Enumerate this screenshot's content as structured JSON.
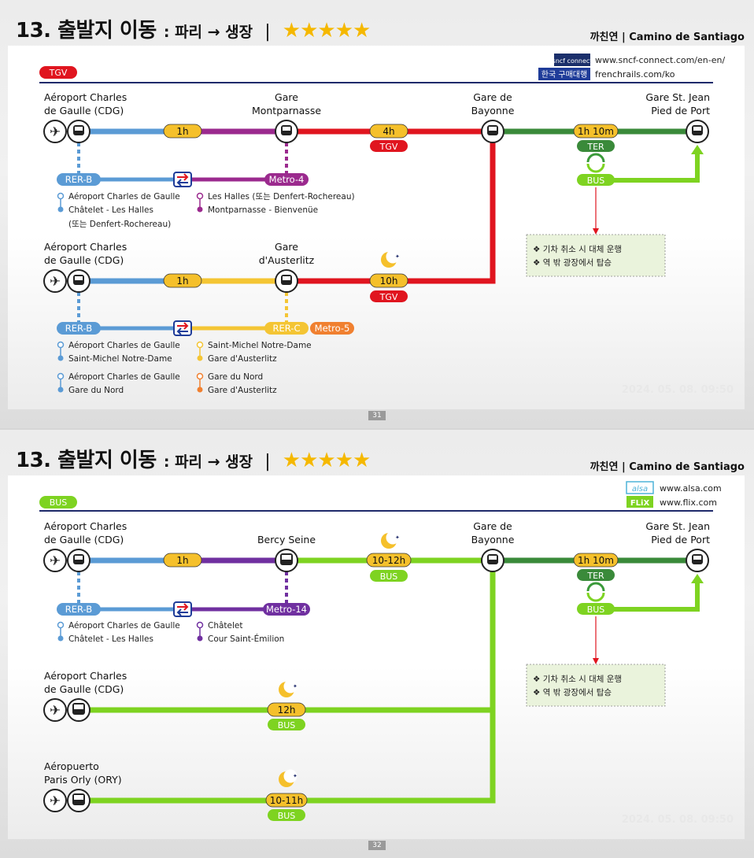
{
  "slides": [
    {
      "header": {
        "number": "13. 출발지 이동",
        "route": ": 파리 → 생장",
        "stars": "★★★★★"
      },
      "author": "까친연  |  Camino de Santiago",
      "tag": "TGV",
      "links": [
        {
          "logo": "sncf connect",
          "url": "www.sncf-connect.com/en-en/"
        },
        {
          "logo": "한국 구매대행",
          "url": "frenchrails.com/ko"
        }
      ],
      "stations": {
        "cdg1": "Aéroport Charles|de Gaulle (CDG)",
        "montparnasse": "Gare|Montparnasse",
        "bayonne": "Gare de|Bayonne",
        "stjean": "Gare St. Jean|Pied de Port",
        "cdg2": "Aéroport Charles|de Gaulle (CDG)",
        "austerlitz": "Gare|d'Austerlitz"
      },
      "labels": {
        "d1": "1h",
        "d2": "4h",
        "tgv1": "TGV",
        "d3": "1h 10m",
        "ter": "TER",
        "bus": "BUS",
        "d4": "1h",
        "d5": "10h",
        "tgv2": "TGV",
        "rerb1": "RER-B",
        "metro4": "Metro-4",
        "rerb2": "RER-B",
        "rerc": "RER-C",
        "metro5": "Metro-5"
      },
      "stops": {
        "a1": "Aéroport Charles de Gaulle",
        "a2": "Châtelet - Les Halles",
        "a3": "(또는 Denfert-Rochereau)",
        "b1": "Les Halles (또는 Denfert-Rochereau)",
        "b2": "Montparnasse - Bienvenüe",
        "c1": "Aéroport Charles de Gaulle",
        "c2": "Saint-Michel Notre-Dame",
        "d1": "Saint-Michel Notre-Dame",
        "d2": "Gare d'Austerlitz",
        "e1": "Aéroport Charles de Gaulle",
        "e2": "Gare du Nord",
        "f1": "Gare du Nord",
        "f2": "Gare d'Austerlitz"
      },
      "note": [
        "❖ 기차 취소 시 대체 운행",
        "❖ 역 밖 광장에서 탑승"
      ],
      "page": "31",
      "stamp": "2024. 05. 08. 09:50"
    },
    {
      "header": {
        "number": "13. 출발지 이동",
        "route": ": 파리 → 생장",
        "stars": "★★★★★"
      },
      "author": "까친연  |  Camino de Santiago",
      "tag": "BUS",
      "links": [
        {
          "logo": "alsa",
          "url": "www.alsa.com"
        },
        {
          "logo": "FLiX",
          "url": "www.flix.com"
        }
      ],
      "stations": {
        "cdg1": "Aéroport Charles|de Gaulle (CDG)",
        "bercy": "Bercy Seine",
        "bayonne": "Gare de|Bayonne",
        "stjean": "Gare St. Jean|Pied de Port",
        "cdg2": "Aéroport Charles|de Gaulle (CDG)",
        "orly": "Aéropuerto|Paris Orly (ORY)"
      },
      "labels": {
        "d1": "1h",
        "d2": "10-12h",
        "bus1": "BUS",
        "d3": "1h 10m",
        "ter": "TER",
        "bus2": "BUS",
        "rerb": "RER-B",
        "metro14": "Metro-14",
        "d4": "12h",
        "bus3": "BUS",
        "d5": "10-11h",
        "bus4": "BUS"
      },
      "stops": {
        "a1": "Aéroport Charles de Gaulle",
        "a2": "Châtelet - Les Halles",
        "b1": "Châtelet",
        "b2": "Cour Saint-Émilion"
      },
      "note": [
        "❖ 기차 취소 시 대체 운행",
        "❖ 역 밖 광장에서 탑승"
      ],
      "page": "32",
      "stamp": "2024. 05. 08. 09:50"
    }
  ],
  "colors": {
    "rer_b": "#5b9bd5",
    "metro4": "#9b2a8e",
    "tgv": "#e0151f",
    "ter": "#3a8a3a",
    "bus": "#7ed321",
    "rer_c": "#f4c534",
    "metro5": "#f08030",
    "metro14": "#7030a0",
    "duration": "#f5c02b",
    "star": "#f5b800",
    "title_rule": "#1f2a6b"
  },
  "icons": [
    "airplane-icon",
    "train-icon",
    "bus-icon",
    "moon-icon",
    "transfer-icon",
    "recycle-icon"
  ]
}
